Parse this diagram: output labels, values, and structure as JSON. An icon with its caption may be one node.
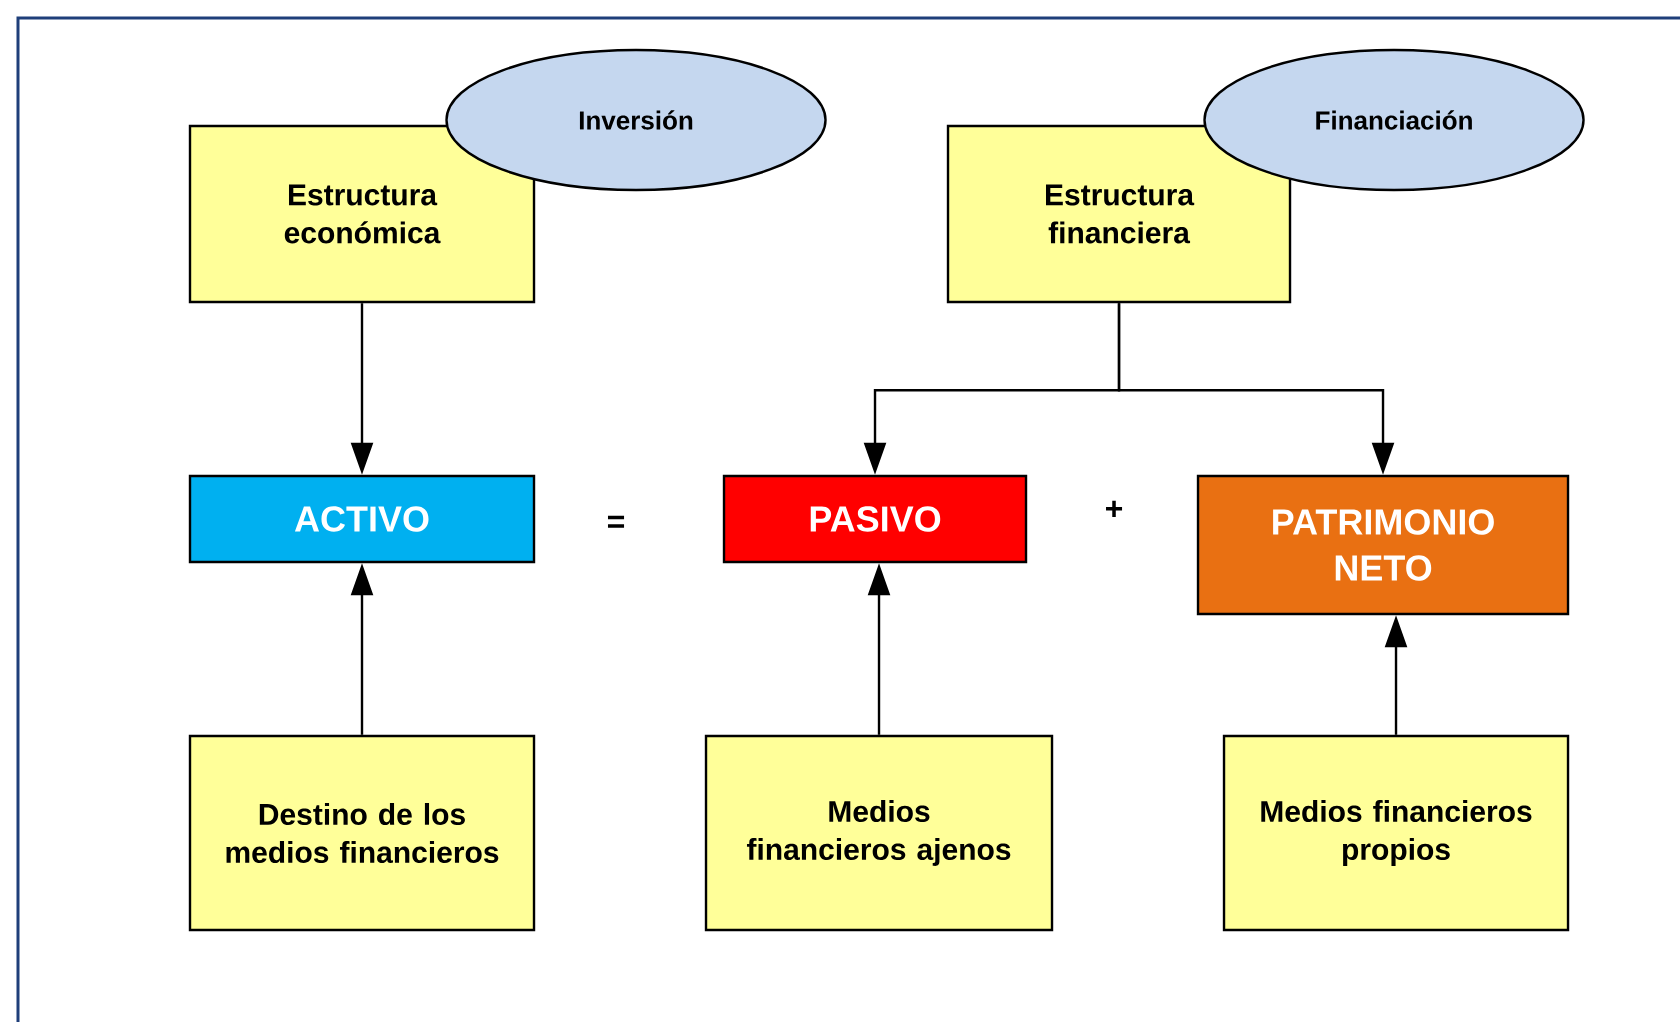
{
  "diagram": {
    "nodes": [
      {
        "text": [
          "Estructura económica"
        ]
      },
      {
        "text": [
          "Inversión"
        ]
      },
      {
        "text": [
          "Estructura financiera"
        ]
      },
      {
        "text": [
          "Financiación"
        ]
      },
      {
        "text": [
          "ACTIVO"
        ]
      },
      {
        "text": [
          "PASIVO"
        ]
      },
      {
        "text": [
          "PATRIMONIO NETO"
        ]
      },
      {
        "text": [
          "Destino de los medios financieros"
        ]
      },
      {
        "text": [
          "Medios financieros ajenos"
        ]
      },
      {
        "text": [
          "Medios financieros propios"
        ]
      }
    ],
    "edges": [
      {
        "from": 0,
        "to": 4,
        "arrow": "to"
      },
      {
        "from": 2,
        "to": 5,
        "arrow": "to"
      },
      {
        "from": 2,
        "to": 6,
        "arrow": "to"
      },
      {
        "from": 7,
        "to": 4,
        "arrow": "to"
      },
      {
        "from": 8,
        "to": 5,
        "arrow": "to"
      },
      {
        "from": 9,
        "to": 6,
        "arrow": "to"
      }
    ],
    "labels": [
      "=",
      "+"
    ]
  }
}
